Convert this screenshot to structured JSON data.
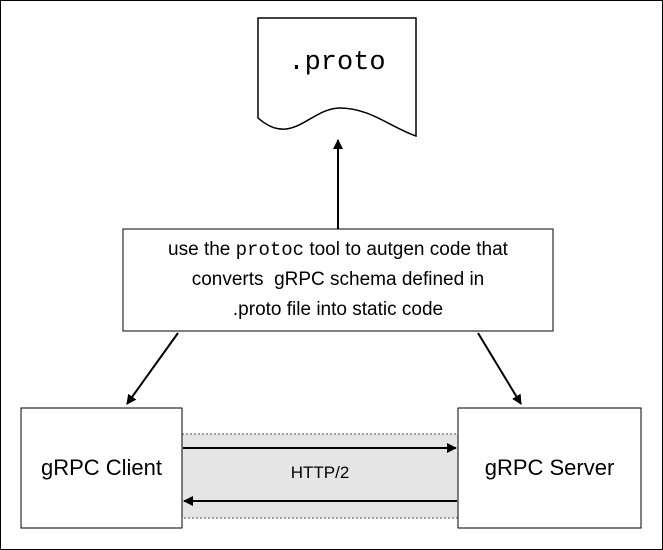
{
  "proto_doc": {
    "label": ".proto"
  },
  "description": {
    "line1_prefix": "use the ",
    "line1_code": "protoc",
    "line1_suffix": " tool to autgen code that",
    "line2": "converts  gRPC schema defined in",
    "line3": ".proto file into static code"
  },
  "client": {
    "label": "gRPC Client"
  },
  "server": {
    "label": "gRPC Server"
  },
  "channel": {
    "label": "HTTP/2"
  }
}
